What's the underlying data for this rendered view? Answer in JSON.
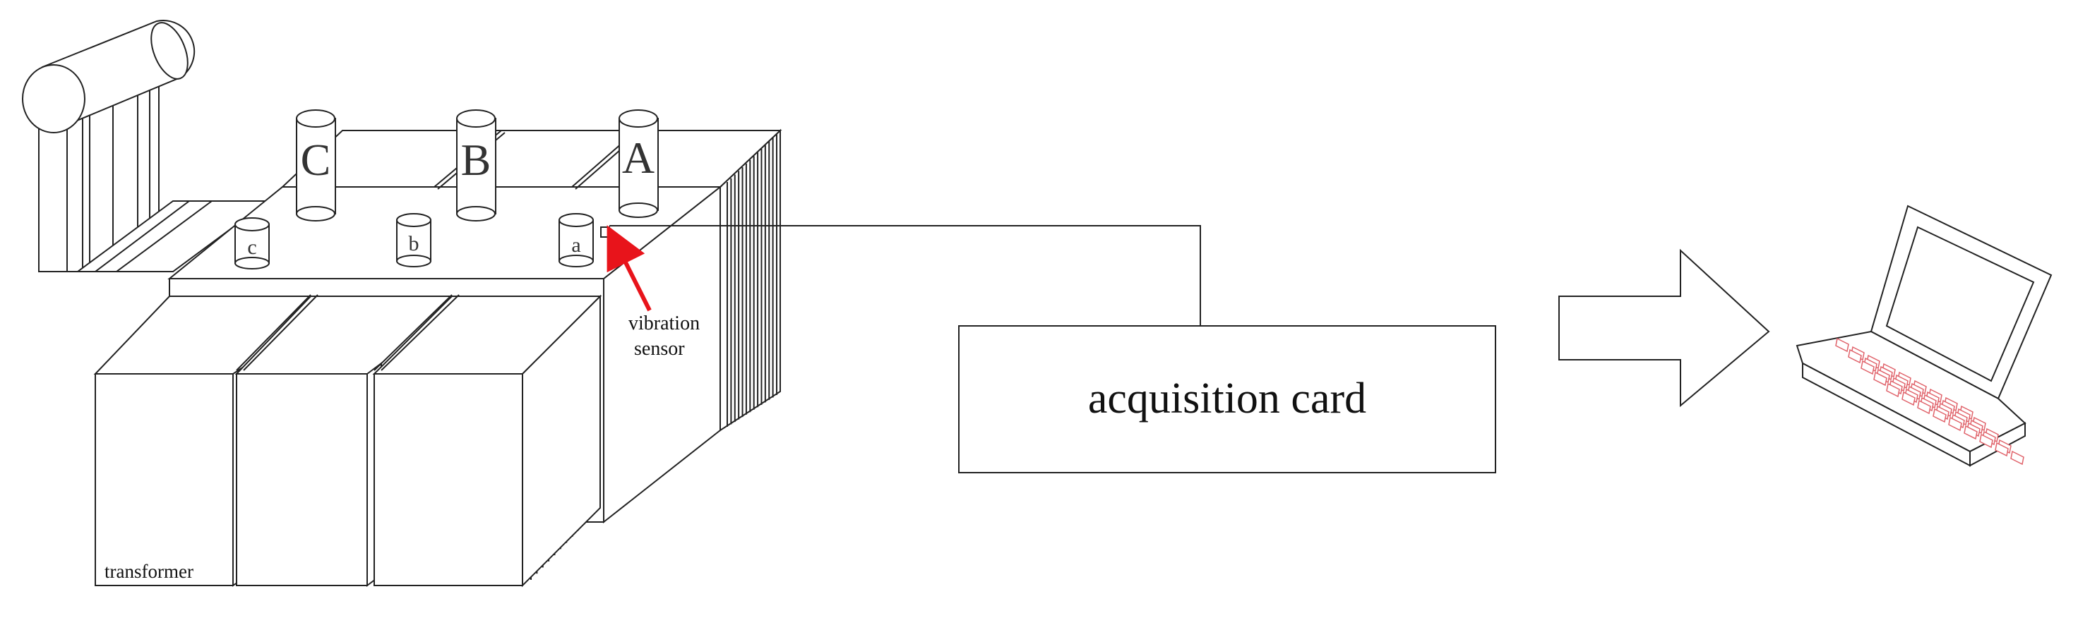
{
  "labels": {
    "transformer": "transformer",
    "sensor_line1": "vibration",
    "sensor_line2": "sensor",
    "acquisition_card": "acquisition card"
  },
  "bushings_high": [
    "C",
    "B",
    "A"
  ],
  "bushings_low": [
    "c",
    "b",
    "a"
  ],
  "colors": {
    "line": "#222222",
    "arrow_accent": "#e8141b",
    "keyboard_key_outline": "#e0626a"
  },
  "icons": [
    "red-arrow-icon",
    "right-arrow-icon",
    "laptop-icon"
  ]
}
